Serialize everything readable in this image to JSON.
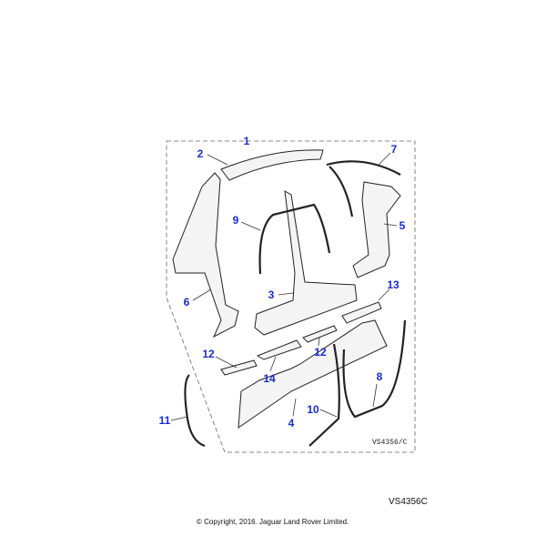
{
  "diagram": {
    "callouts": [
      "1",
      "2",
      "3",
      "4",
      "5",
      "6",
      "7",
      "8",
      "9",
      "10",
      "11",
      "12",
      "12",
      "13",
      "14"
    ],
    "drawing_ref": "VS4356/C"
  },
  "footer": {
    "code": "VS4356C",
    "copyright": "© Copyright, 2016. Jaguar Land Rover Limited."
  },
  "colors": {
    "callout": "#1a2bd6",
    "line": "#222222"
  }
}
